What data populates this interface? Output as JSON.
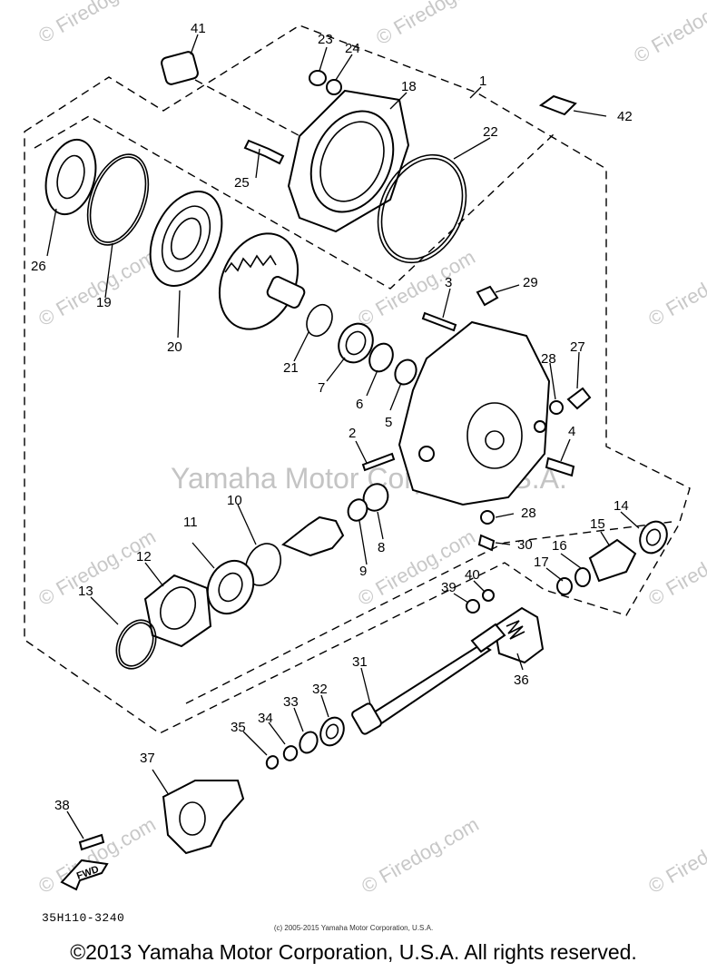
{
  "watermarks": {
    "site": "© Firedog.com",
    "center": "Yamaha Motor Corp. ™ U.S.A."
  },
  "diagram_code": "35H110-3240",
  "small_copyright": "(c) 2005-2015 Yamaha Motor Corporation, U.S.A.",
  "main_copyright": "©2013 Yamaha Motor Corporation, U.S.A. All rights reserved.",
  "fwd_label": "FWD",
  "callouts": [
    "1",
    "2",
    "3",
    "4",
    "5",
    "6",
    "7",
    "8",
    "9",
    "10",
    "11",
    "12",
    "13",
    "14",
    "15",
    "16",
    "17",
    "18",
    "19",
    "20",
    "21",
    "22",
    "23",
    "24",
    "25",
    "26",
    "27",
    "28",
    "28",
    "29",
    "30",
    "31",
    "32",
    "33",
    "34",
    "35",
    "36",
    "37",
    "38",
    "39",
    "40",
    "41",
    "42"
  ]
}
